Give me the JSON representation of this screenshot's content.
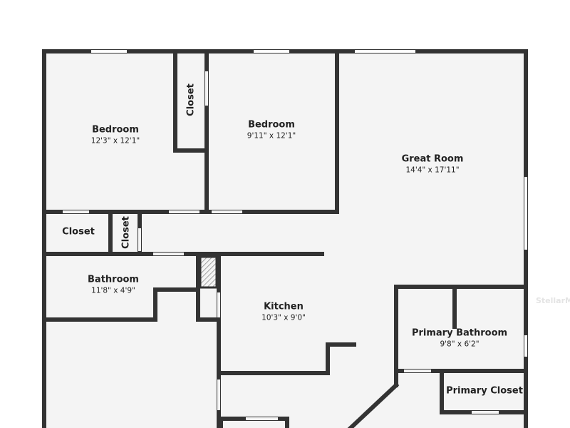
{
  "rooms": {
    "bedroom1": {
      "name": "Bedroom",
      "dims": "12'3\" x 12'1\""
    },
    "bedroom2": {
      "name": "Bedroom",
      "dims": "9'11\" x 12'1\""
    },
    "closet_top": {
      "name": "Closet"
    },
    "great_room": {
      "name": "Great Room",
      "dims": "14'4\" x 17'11\""
    },
    "closet_left": {
      "name": "Closet"
    },
    "closet_small": {
      "name": "Closet"
    },
    "bathroom": {
      "name": "Bathroom",
      "dims": "11'8\" x 4'9\""
    },
    "kitchen": {
      "name": "Kitchen",
      "dims": "10'3\" x 9'0\""
    },
    "primary_bathroom": {
      "name": "Primary Bathroom",
      "dims": "9'8\" x 6'2\""
    },
    "primary_closet": {
      "name": "Primary Closet"
    }
  },
  "watermark": "StellarMLS"
}
